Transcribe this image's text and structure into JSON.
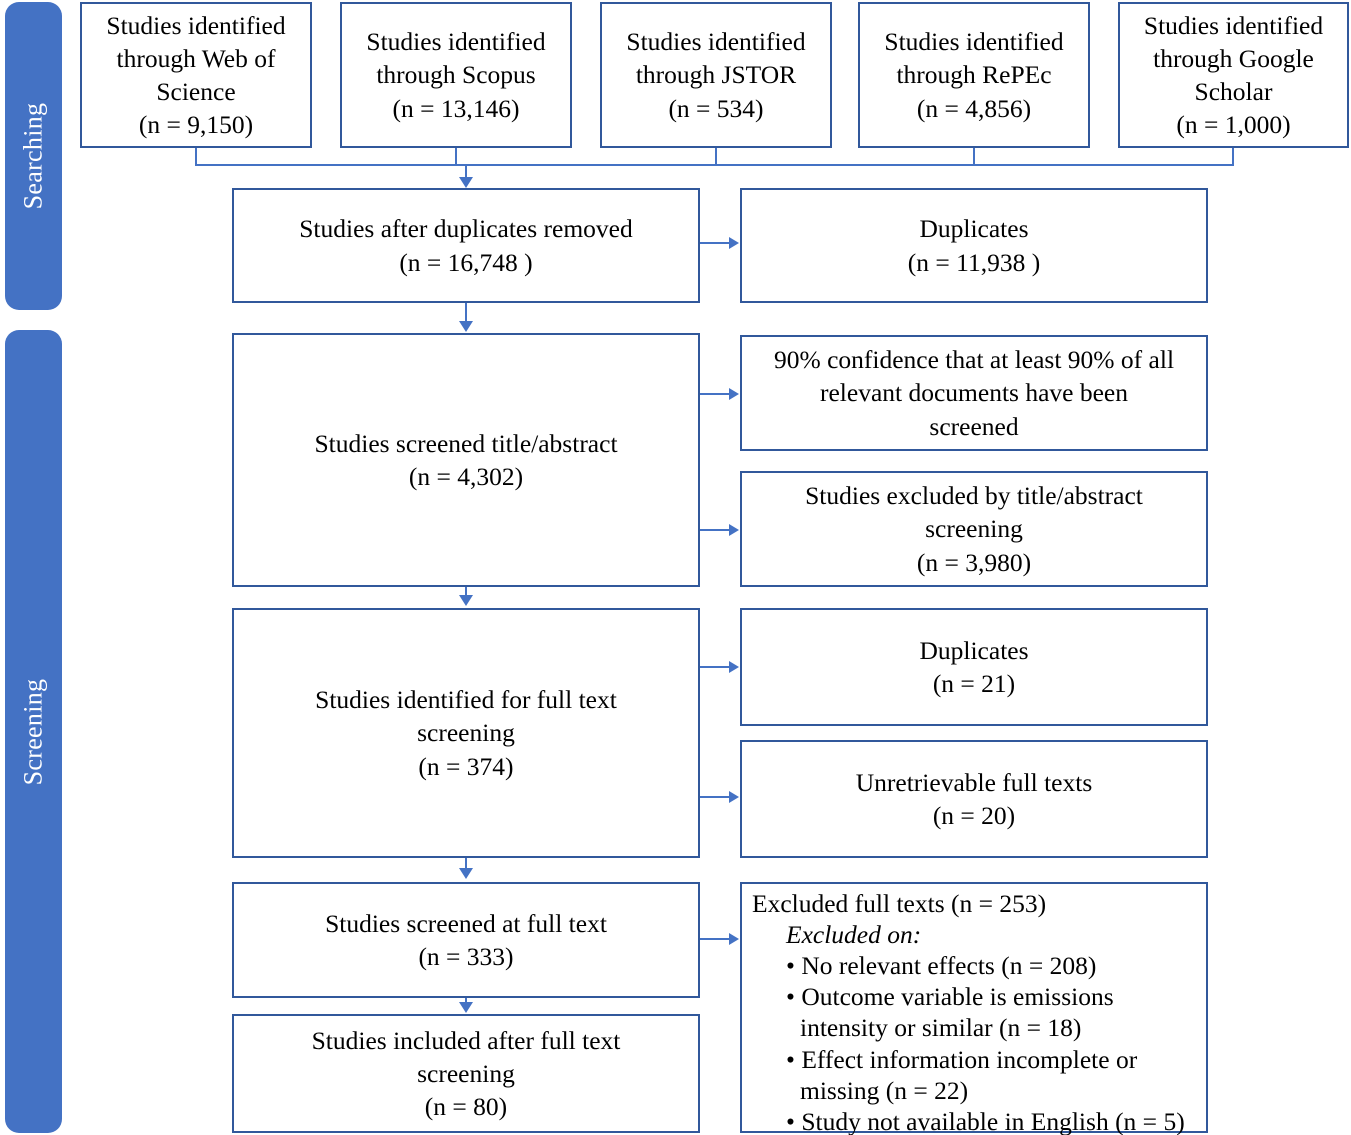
{
  "colors": {
    "stage_bar": "#4472C4",
    "box_border": "#31589B",
    "connector": "#4472C4",
    "text": "#000000",
    "background": "#FFFFFF"
  },
  "stages": [
    {
      "label": "Searching"
    },
    {
      "label": "Screening"
    }
  ],
  "sources": [
    {
      "name": "web-of-science",
      "text": "Studies identified\nthrough Web of\nScience\n(n = 9,150)"
    },
    {
      "name": "scopus",
      "text": "Studies identified\nthrough Scopus\n(n = 13,146)"
    },
    {
      "name": "jstor",
      "text": "Studies identified\nthrough JSTOR\n(n = 534)"
    },
    {
      "name": "repec",
      "text": "Studies identified\nthrough RePEc\n(n = 4,856)"
    },
    {
      "name": "google-scholar",
      "text": "Studies identified\nthrough Google\nScholar\n(n = 1,000)"
    }
  ],
  "flow": {
    "after_duplicates": "Studies after duplicates removed\n(n = 16,748 )",
    "duplicates_removed": "Duplicates\n(n = 11,938 )",
    "screened_title_abstract": "Studies screened title/abstract\n(n = 4,302)",
    "confidence_note": "90% confidence that at least 90% of all\nrelevant documents have been\nscreened",
    "excluded_title_abstract": "Studies excluded by title/abstract\nscreening\n(n = 3,980)",
    "identified_full_text": "Studies identified for full text\nscreening\n(n = 374)",
    "duplicates_full_text": "Duplicates\n(n = 21)",
    "unretrievable": "Unretrievable full texts\n(n = 20)",
    "screened_full_text": "Studies screened at full text\n(n = 333)",
    "included_full_text": "Studies included after full text\nscreening\n(n = 80)"
  },
  "excluded_box": {
    "heading": "Excluded full texts (n = 253)",
    "subheading": "Excluded on:",
    "reasons": [
      "No relevant effects (n = 208)",
      "Outcome variable is emissions intensity or similar (n = 18)",
      "Effect information incomplete or missing (n = 22)",
      "Study not available in English (n = 5)"
    ]
  },
  "counts": {
    "web_of_science": 9150,
    "scopus": 13146,
    "jstor": 534,
    "repec": 4856,
    "google_scholar": 1000,
    "after_duplicates_removed": 16748,
    "duplicates": 11938,
    "screened_title_abstract": 4302,
    "excluded_title_abstract": 3980,
    "identified_full_text": 374,
    "duplicates_full_text": 21,
    "unretrievable_full_texts": 20,
    "screened_full_text": 333,
    "excluded_full_texts": 253,
    "included": 80
  }
}
